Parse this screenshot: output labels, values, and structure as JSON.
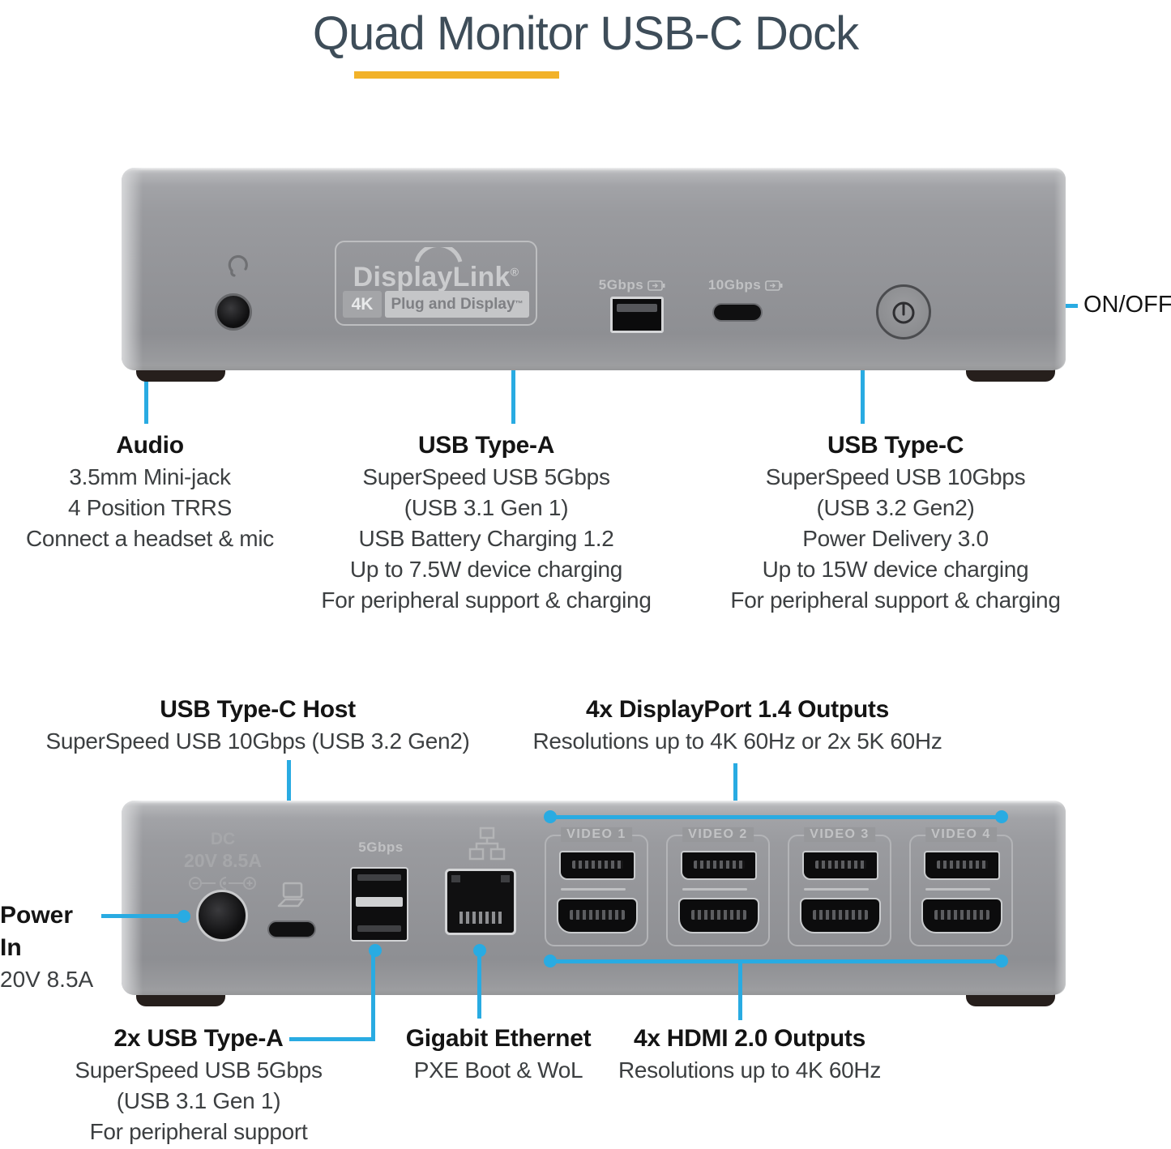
{
  "header": {
    "title": "Quad Monitor USB-C Dock"
  },
  "colors": {
    "accent_yellow": "#f2b229",
    "callout_blue": "#29abe2",
    "title_color": "#3e4d59"
  },
  "icons": [
    "headset-icon",
    "power-icon",
    "battery-charging-icon",
    "laptop-icon",
    "ethernet-icon",
    "dc-polarity-icon",
    "displaylink-arc-icon"
  ],
  "front_dock": {
    "displaylink": {
      "brand": "DisplayLink",
      "registered": "®",
      "badge_4k": "4K",
      "tagline": "Plug and Display",
      "trademark": "™"
    },
    "usb_a_speed": "5Gbps",
    "usb_c_speed": "10Gbps"
  },
  "front_callouts": {
    "audio": {
      "title": "Audio",
      "lines": [
        "3.5mm Mini-jack",
        "4 Position TRRS",
        "Connect a headset & mic"
      ]
    },
    "usb_type_a": {
      "title": "USB Type-A",
      "lines": [
        "SuperSpeed USB 5Gbps",
        "(USB 3.1 Gen 1)",
        "USB Battery Charging 1.2",
        "Up to 7.5W device charging",
        "For peripheral support & charging"
      ]
    },
    "usb_type_c": {
      "title": "USB Type-C",
      "lines": [
        "SuperSpeed USB 10Gbps",
        "(USB 3.2 Gen2)",
        "Power Delivery 3.0",
        "Up to 15W device charging",
        "For peripheral support & charging"
      ]
    },
    "power": {
      "title": "ON/OFF"
    }
  },
  "mid_callouts": {
    "usb_c_host": {
      "title": "USB Type-C Host",
      "line": "SuperSpeed USB 10Gbps (USB 3.2 Gen2)"
    },
    "displayport": {
      "title": "4x DisplayPort 1.4 Outputs",
      "line": "Resolutions up to 4K 60Hz or 2x 5K 60Hz"
    }
  },
  "back_dock": {
    "dc_line1": "DC",
    "dc_line2": "20V 8.5A",
    "usb_speed": "5Gbps",
    "video_ports": [
      "VIDEO 1",
      "VIDEO 2",
      "VIDEO 3",
      "VIDEO 4"
    ]
  },
  "back_callouts": {
    "power_in": {
      "title": "Power In",
      "line": "20V 8.5A"
    },
    "usb_type_a_2x": {
      "title": "2x USB Type-A",
      "lines": [
        "SuperSpeed USB 5Gbps",
        "(USB 3.1 Gen 1)",
        "For peripheral support"
      ]
    },
    "ethernet": {
      "title": "Gigabit Ethernet",
      "line": "PXE Boot & WoL"
    },
    "hdmi": {
      "title": "4x HDMI 2.0 Outputs",
      "line": "Resolutions up to 4K 60Hz"
    }
  }
}
